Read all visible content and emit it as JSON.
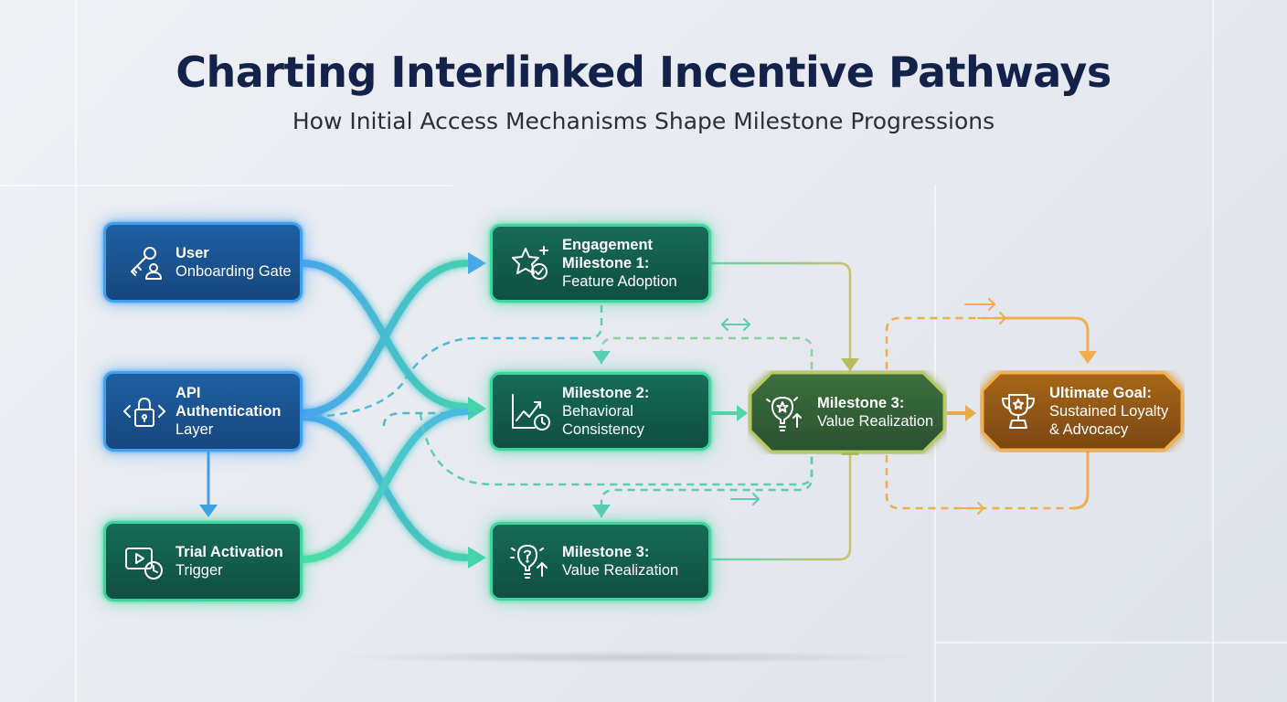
{
  "header": {
    "title": "Charting Interlinked Incentive Pathways",
    "subtitle": "How Initial Access Mechanisms Shape Milestone Progressions"
  },
  "nodes": {
    "user_gate": {
      "line1": "User",
      "line2": "Onboarding Gate",
      "icon": "key-user-icon"
    },
    "api_layer": {
      "line1": "API",
      "line2": "Authentication",
      "line3": "Layer",
      "icon": "code-lock-icon"
    },
    "trial": {
      "line1": "Trial Activation",
      "line2": "Trigger",
      "icon": "play-clock-icon"
    },
    "engagement": {
      "line1": "Engagement",
      "line2": "Milestone 1:",
      "line3": "Feature Adoption",
      "icon": "star-check-icon"
    },
    "milestone2": {
      "line1": "Milestone 2:",
      "line2": "Behavioral Consistency",
      "icon": "chart-clock-icon"
    },
    "milestone3_bottom": {
      "line1": "Milestone 3:",
      "line2": "Value Realization",
      "icon": "lightbulb-arrow-icon"
    },
    "milestone3_center": {
      "line1": "Milestone 3:",
      "line2": "Value Realization",
      "icon": "lightbulb-star-icon"
    },
    "goal": {
      "line1": "Ultimate Goal:",
      "line2": "Sustained Loyalty",
      "line3": "& Advocacy",
      "icon": "trophy-icon"
    }
  },
  "colors": {
    "title": "#13224a",
    "blue_accent": "#3fa0f0",
    "green_accent": "#3ed49e",
    "olive_accent": "#b3c45e",
    "gold_accent": "#f2ad45"
  }
}
